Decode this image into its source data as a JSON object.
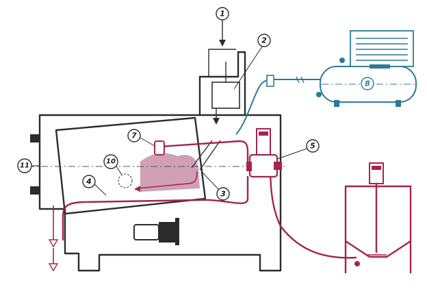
{
  "callouts": [
    {
      "id": "1",
      "label": "1"
    },
    {
      "id": "2",
      "label": "2"
    },
    {
      "id": "3",
      "label": "3"
    },
    {
      "id": "4",
      "label": "4"
    },
    {
      "id": "5",
      "label": "5"
    },
    {
      "id": "7",
      "label": "7"
    },
    {
      "id": "8",
      "label": "8"
    },
    {
      "id": "10",
      "label": "10"
    },
    {
      "id": "11",
      "label": "11"
    }
  ],
  "colors": {
    "outline": "#2b2b2b",
    "pipe_red": "#a3244f",
    "pipe_blue": "#2c7a93",
    "product_fill": "#c98fa8",
    "tank_blue": "#2c7a93"
  }
}
